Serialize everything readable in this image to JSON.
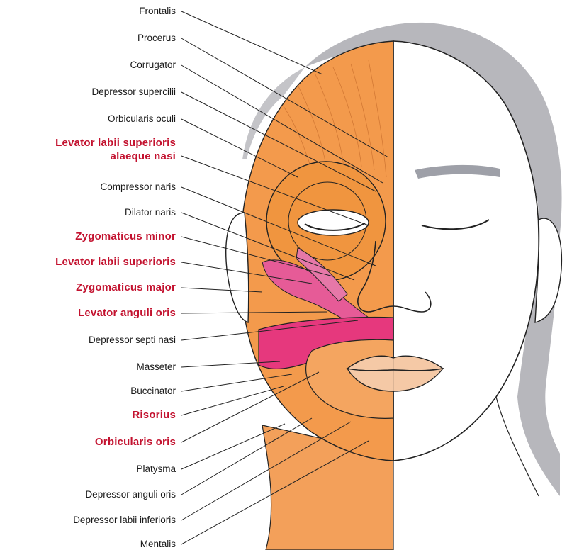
{
  "labels": [
    {
      "id": "frontalis",
      "lines": [
        "Frontalis"
      ],
      "highlight": false
    },
    {
      "id": "procerus",
      "lines": [
        "Procerus"
      ],
      "highlight": false
    },
    {
      "id": "corrugator",
      "lines": [
        "Corrugator"
      ],
      "highlight": false
    },
    {
      "id": "depressor-supercilii",
      "lines": [
        "Depressor supercilii"
      ],
      "highlight": false
    },
    {
      "id": "orbicularis-oculi",
      "lines": [
        "Orbicularis oculi"
      ],
      "highlight": false
    },
    {
      "id": "levator-labii-superioris-alaeque-nasi",
      "lines": [
        "Levator labii superioris",
        "alaeque nasi"
      ],
      "highlight": true
    },
    {
      "id": "compressor-naris",
      "lines": [
        "Compressor naris"
      ],
      "highlight": false
    },
    {
      "id": "dilator-naris",
      "lines": [
        "Dilator naris"
      ],
      "highlight": false
    },
    {
      "id": "zygomaticus-minor",
      "lines": [
        "Zygomaticus minor"
      ],
      "highlight": true
    },
    {
      "id": "levator-labii-superioris",
      "lines": [
        "Levator labii superioris"
      ],
      "highlight": true
    },
    {
      "id": "zygomaticus-major",
      "lines": [
        "Zygomaticus major"
      ],
      "highlight": true
    },
    {
      "id": "levator-anguli-oris",
      "lines": [
        "Levator anguli oris"
      ],
      "highlight": true
    },
    {
      "id": "depressor-septi-nasi",
      "lines": [
        "Depressor septi nasi"
      ],
      "highlight": false
    },
    {
      "id": "masseter",
      "lines": [
        "Masseter"
      ],
      "highlight": false
    },
    {
      "id": "buccinator",
      "lines": [
        "Buccinator"
      ],
      "highlight": false
    },
    {
      "id": "risorius",
      "lines": [
        "Risorius"
      ],
      "highlight": true
    },
    {
      "id": "orbicularis-oris",
      "lines": [
        "Orbicularis oris"
      ],
      "highlight": true
    },
    {
      "id": "platysma",
      "lines": [
        "Platysma"
      ],
      "highlight": false
    },
    {
      "id": "depressor-anguli-oris",
      "lines": [
        "Depressor anguli oris"
      ],
      "highlight": false
    },
    {
      "id": "depressor-labii-inferioris",
      "lines": [
        "Depressor labii inferioris"
      ],
      "highlight": false
    },
    {
      "id": "mentalis",
      "lines": [
        "Mentalis"
      ],
      "highlight": false
    }
  ],
  "colors": {
    "highlight_text": "#c3122f",
    "normal_text": "#1a1a1a",
    "muscle_orange": "#f39a4c",
    "muscle_pink": "#e0508a",
    "hair_gray": "#b4b4b9",
    "skin": "#ffffff",
    "leader_line": "#222222"
  }
}
